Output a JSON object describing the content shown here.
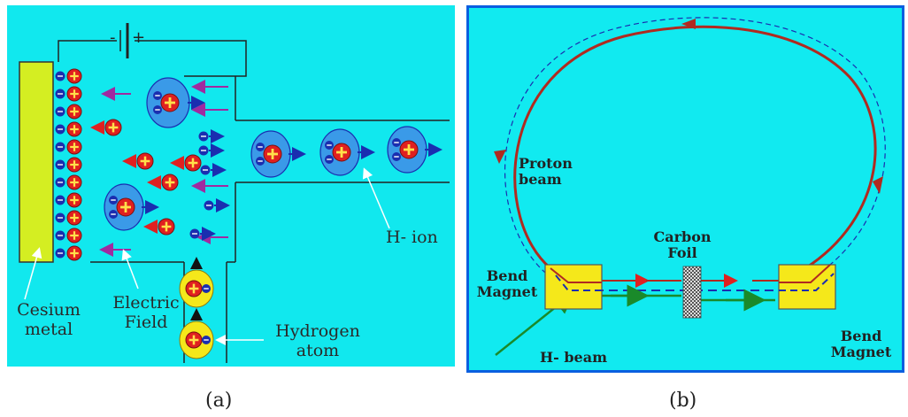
{
  "panel_a": {
    "labels": {
      "cesium": "Cesium\nmetal",
      "field": "Electric\nField",
      "hydrogen": "Hydrogen\natom",
      "h_ion": "H- ion"
    },
    "battery": {
      "minus": "-",
      "plus": "+"
    },
    "caption": "(a)",
    "colors": {
      "background": "#11e8ee",
      "cesium_plate": "#d4ee22",
      "proton": "#e02020",
      "electron": "#1a2eb0",
      "ion_shell": "#3a9ae8",
      "field_arrow": "#a02aa0"
    }
  },
  "panel_b": {
    "labels": {
      "proton_beam": "Proton\nbeam",
      "carbon_foil": "Carbon\nFoil",
      "bend_magnet_left": "Bend\nMagnet",
      "bend_magnet_right": "Bend\nMagnet",
      "h_beam": "H- beam"
    },
    "caption": "(b)",
    "colors": {
      "background": "#11eaf0",
      "border": "#0a5fe0",
      "ring": "#b02a20",
      "magnet": "#f5e81a",
      "h_beam": "#1a8a2a",
      "dashed": "#1a2eb0"
    }
  }
}
